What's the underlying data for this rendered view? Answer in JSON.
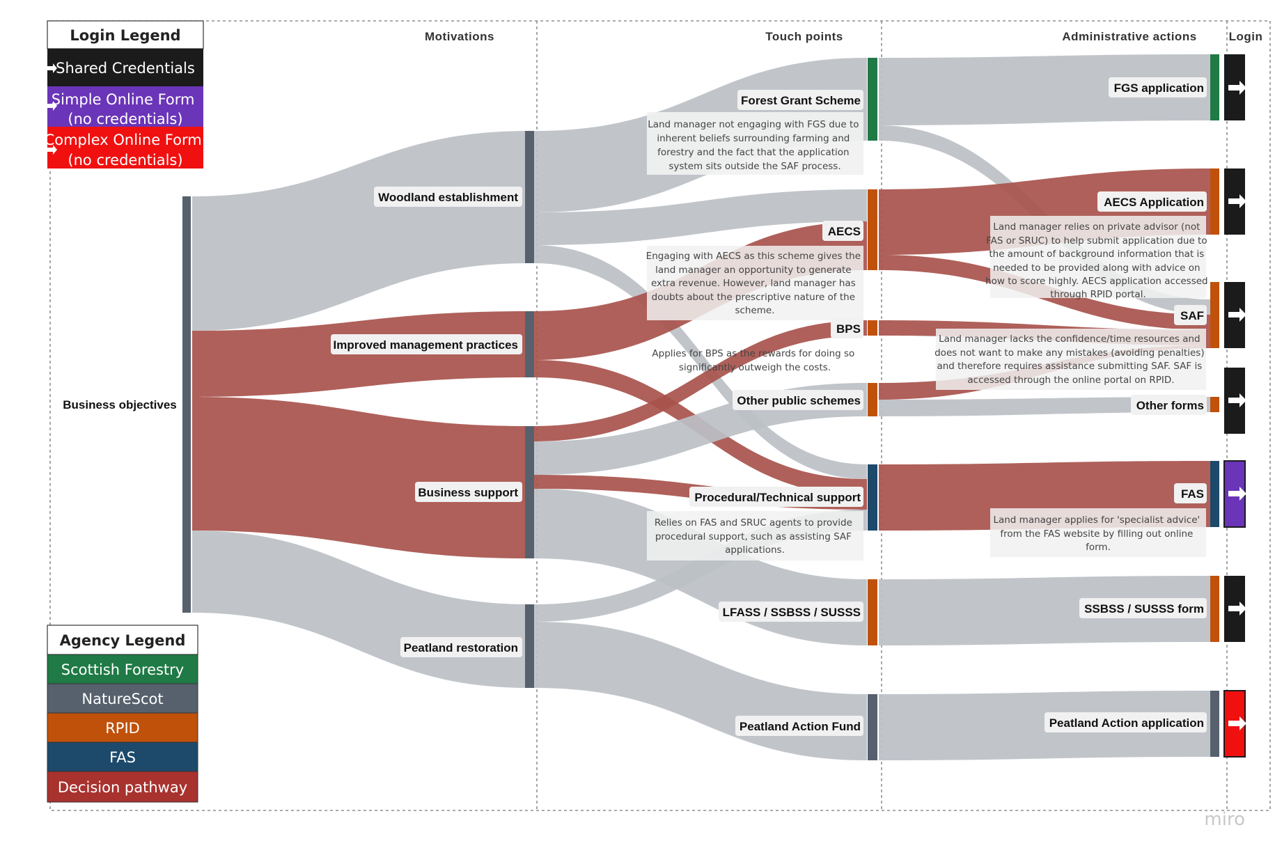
{
  "columns": {
    "motivations": "Motivations",
    "touch_points": "Touch points",
    "admin_actions": "Administrative actions",
    "login": "Login"
  },
  "login_legend": {
    "title": "Login Legend",
    "items": [
      {
        "lines": [
          "Shared Credentials"
        ],
        "color": "#1b1b1b"
      },
      {
        "lines": [
          "Simple Online Form",
          "(no credentials)"
        ],
        "color": "#6a35b8"
      },
      {
        "lines": [
          "Complex Online Form",
          "(no credentials)"
        ],
        "color": "#f01010"
      }
    ]
  },
  "agency_legend": {
    "title": "Agency Legend",
    "items": [
      {
        "label": "Scottish Forestry",
        "color": "#1f7a45"
      },
      {
        "label": "NatureScot",
        "color": "#56616d"
      },
      {
        "label": "RPID",
        "color": "#c0510b"
      },
      {
        "label": "FAS",
        "color": "#1d4a6a"
      },
      {
        "label": "Decision pathway",
        "color": "#a8322e"
      }
    ]
  },
  "nodes": {
    "business_objectives": "Business objectives",
    "woodland": "Woodland establishment",
    "improved": "Improved management practices",
    "business_support": "Business support",
    "peatland_restoration": "Peatland restoration",
    "fgs": "Forest Grant Scheme",
    "aecs": "AECS",
    "bps": "BPS",
    "other_public": "Other public schemes",
    "procedural": "Procedural/Technical support",
    "lfass": "LFASS / SSBSS / SUSSS",
    "paf": "Peatland Action Fund",
    "fgs_app": "FGS application",
    "aecs_app": "AECS Application",
    "saf": "SAF",
    "other_forms": "Other forms",
    "fas": "FAS",
    "ssbss": "SSBSS / SUSSS form",
    "peat_app": "Peatland Action application"
  },
  "notes": {
    "fgs": [
      "Land manager not engaging with FGS due to",
      "inherent beliefs surrounding farming and",
      "forestry and the fact that the application",
      "system sits outside the SAF process."
    ],
    "aecs": [
      "Engaging with AECS as this scheme gives the",
      "land manager an opportunity to generate",
      "extra revenue. However, land manager has",
      "doubts about the prescriptive nature of the",
      "scheme."
    ],
    "bps": [
      "Applies for BPS as the rewards for doing so",
      "significantly outweigh the costs."
    ],
    "procedural": [
      "Relies on FAS and SRUC agents to provide",
      "procedural support, such as assisting SAF",
      "applications."
    ],
    "aecs_app": [
      "Land manager relies on private advisor (not",
      "FAS or SRUC) to help submit application due to",
      "the amount of background information that is",
      "needed to be provided along with advice on",
      "how to score highly. AECS application accessed",
      "through RPID portal."
    ],
    "saf": [
      "Land manager lacks the confidence/time resources and",
      "does not want to make any mistakes (avoiding penalties)",
      "and therefore requires assistance submitting SAF. SAF is",
      "accessed through the online portal on RPID."
    ],
    "fas": [
      "Land manager applies for 'specialist advice'",
      "from the FAS website by filling out online",
      "form."
    ]
  },
  "colors": {
    "grey_flow": "#bcc0c5",
    "red_flow": "#a8524c",
    "naturescot": "#56616d",
    "scottish_forestry": "#1f7a45",
    "rpid": "#c0510b",
    "fas": "#1d4a6a",
    "shared": "#1b1b1b",
    "simple": "#6a35b8",
    "complex": "#f01010"
  },
  "watermark": "miro"
}
